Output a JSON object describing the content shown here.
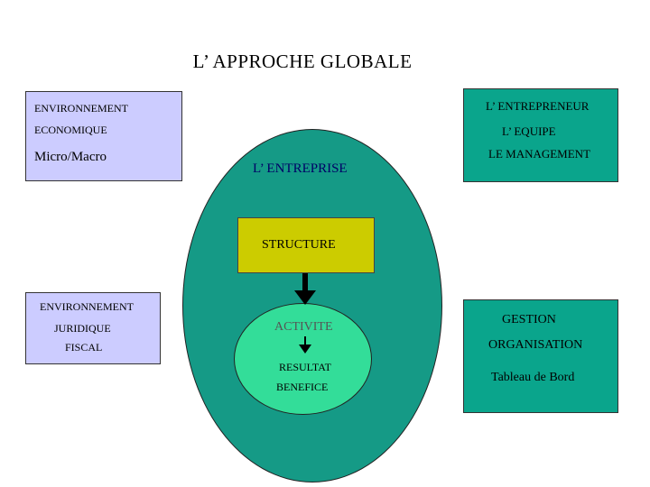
{
  "title": "L’ APPROCHE GLOBALE",
  "environnement_economique": {
    "line1": "ENVIRONNEMENT",
    "line2": "ECONOMIQUE",
    "line3": "Micro/Macro"
  },
  "environnement_juridique": {
    "line1": "ENVIRONNEMENT",
    "line2": "JURIDIQUE",
    "line3": "FISCAL"
  },
  "entrepreneur": {
    "line1": "L’ ENTREPRENEUR",
    "line2": "L’ EQUIPE",
    "line3": "LE MANAGEMENT"
  },
  "gestion": {
    "line1": "GESTION",
    "line2": "ORGANISATION",
    "line3": "Tableau de Bord"
  },
  "entreprise": {
    "label": "L’ ENTREPRISE",
    "structure": "STRUCTURE",
    "activite": "ACTIVITE",
    "resultat": "RESULTAT",
    "benefice": "BENEFICE"
  },
  "colors": {
    "env_box": "#ccccff",
    "teal_box": "#0aa58c",
    "outer_ellipse": "#159a86",
    "inner_ellipse": "#33dd99",
    "structure_box": "#cccc00"
  }
}
